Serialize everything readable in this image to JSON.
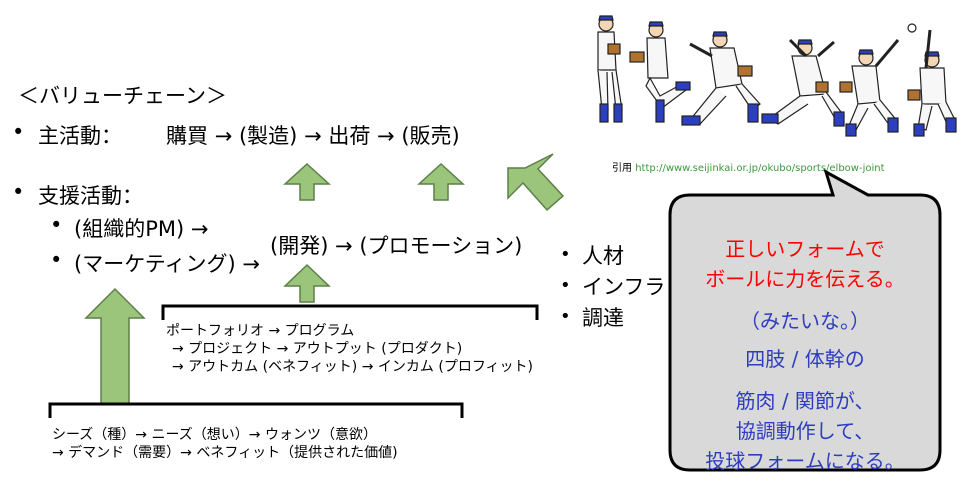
{
  "value_chain": {
    "heading": "＜バリューチェーン＞",
    "primary": {
      "label": "主活動：",
      "items": [
        "購買",
        "(製造)",
        "出荷",
        "(販売)"
      ]
    },
    "support": {
      "label": "支援活動：",
      "sub_items": [
        "(組織的PM) →",
        "(マーケティング) →"
      ],
      "development": "(開発) → (プロモーション)",
      "resources": [
        "人材",
        "インフラ",
        "調達"
      ]
    },
    "arrow": "→"
  },
  "portfolio": {
    "lines": [
      "ポートフォリオ → プログラム",
      " → プロジェクト → アウトプット (プロダクト)",
      " → アウトカム (ベネフィット) → インカム (プロフィット)"
    ]
  },
  "seeds": {
    "lines": [
      "シーズ（種）→ ニーズ（想い）→ ウォンツ（意欲）",
      "→ デマンド（需要）→ ベネフィット（提供された価値)"
    ]
  },
  "citation": {
    "prefix": "引用",
    "url": "http://www.seijinkai.or.jp/okubo/sports/elbow-joint"
  },
  "bubble": {
    "red_lines": [
      "正しいフォームで",
      "ボールに力を伝える。"
    ],
    "blue_lines": [
      "（みたいな。）",
      "四肢 / 体幹の",
      "筋肉 / 関節が、",
      "協調動作して、",
      "投球フォームになる。"
    ]
  },
  "colors": {
    "arrow_fill": "#9bc57a",
    "arrow_stroke": "#5e7f48",
    "bubble_fill": "#d9d9d9",
    "red_text": "#ff0000",
    "blue_text": "#2e3dbf",
    "citation_url": "#3c9a3c",
    "uniform_blue": "#2b3fbf"
  }
}
